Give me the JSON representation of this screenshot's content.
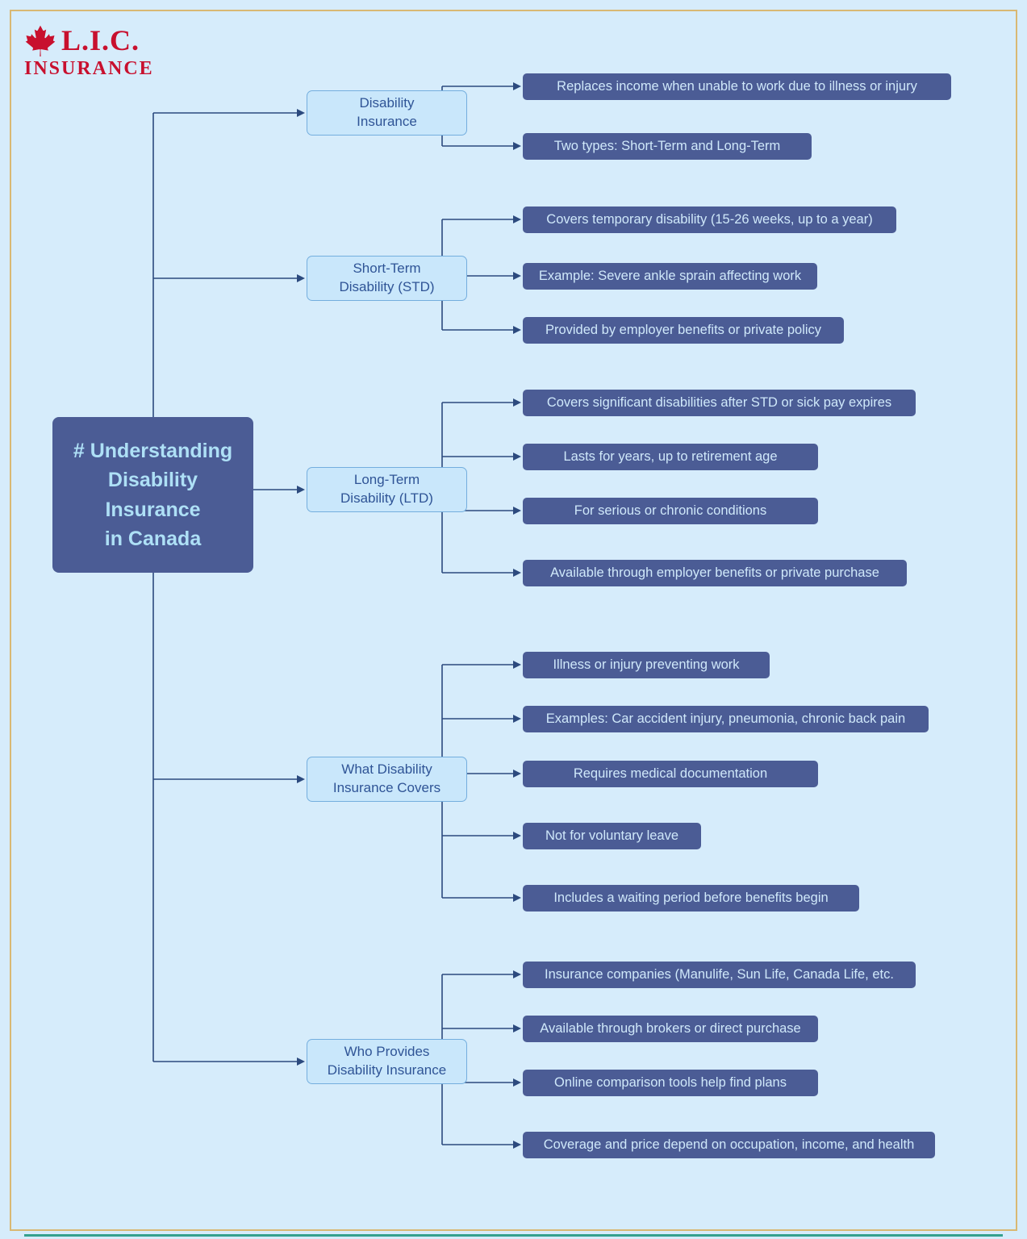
{
  "logo": {
    "brand": "L.I.C.",
    "subtitle": "INSURANCE",
    "icon": "maple-leaf-icon"
  },
  "root": {
    "title": "# Understanding\nDisability\nInsurance\nin Canada"
  },
  "branches": [
    {
      "label": "Disability\nInsurance",
      "leaves": [
        "Replaces income when unable to work due to illness or injury",
        "Two types: Short-Term and Long-Term"
      ]
    },
    {
      "label": "Short-Term\nDisability (STD)",
      "leaves": [
        "Covers temporary disability (15-26 weeks, up to a year)",
        "Example: Severe ankle sprain affecting work",
        "Provided by employer benefits or private policy"
      ]
    },
    {
      "label": "Long-Term\nDisability (LTD)",
      "leaves": [
        "Covers significant disabilities after STD or sick pay expires",
        "Lasts for years, up to retirement age",
        "For serious or chronic conditions",
        "Available through employer benefits or private purchase"
      ]
    },
    {
      "label": "What Disability\nInsurance Covers",
      "leaves": [
        "Illness or injury preventing work",
        "Examples: Car accident injury, pneumonia, chronic back pain",
        "Requires medical documentation",
        "Not for voluntary leave",
        "Includes a waiting period before benefits begin"
      ]
    },
    {
      "label": "Who Provides\nDisability Insurance",
      "leaves": [
        "Insurance companies (Manulife, Sun Life, Canada Life, etc.",
        "Available through brokers or direct purchase",
        "Online comparison tools help find plans",
        "Coverage and price depend on occupation, income, and health"
      ]
    }
  ],
  "colors": {
    "background": "#d6ecfb",
    "frame_gold": "#d9b873",
    "accent_teal": "#35a08e",
    "node_dark": "#4b5c95",
    "node_light_fill": "#c9e7fb",
    "node_light_border": "#74aede",
    "text_light": "#cfe8fa",
    "text_blue": "#2f5496",
    "connector": "#2c4a7e",
    "logo_red": "#c8102e"
  }
}
